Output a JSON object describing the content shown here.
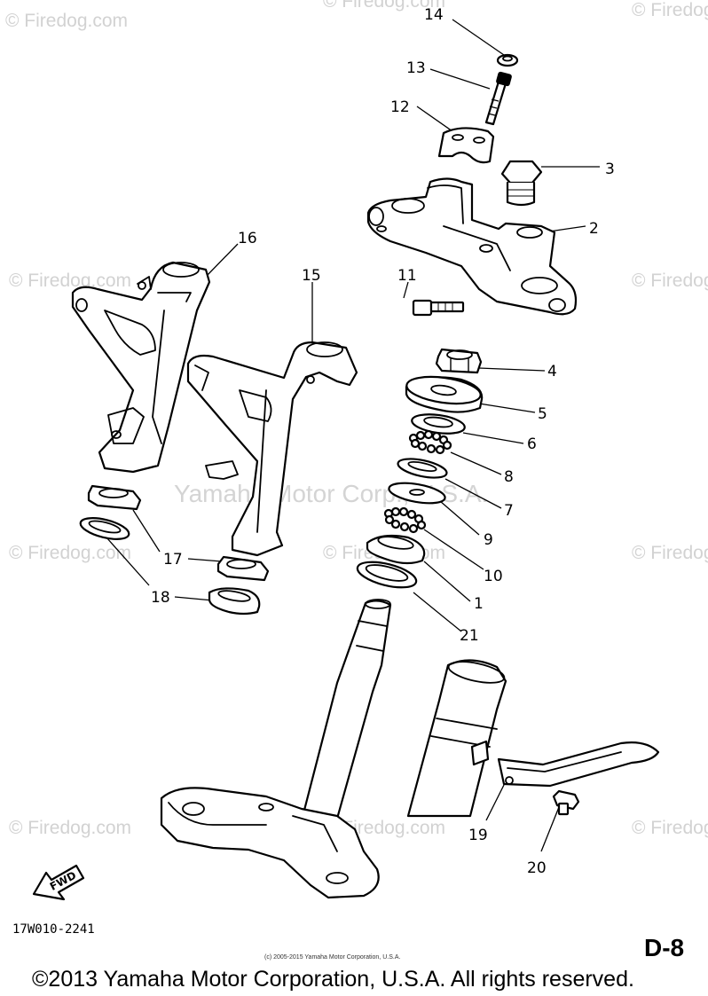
{
  "watermarks": {
    "brand": "© Firedog.com",
    "center_text": "Yamaha Motor Corp., U.S.A."
  },
  "callouts": [
    "14",
    "13",
    "12",
    "3",
    "2",
    "11",
    "16",
    "15",
    "4",
    "5",
    "6",
    "8",
    "7",
    "9",
    "10",
    "17",
    "1",
    "18",
    "21",
    "19",
    "20"
  ],
  "fwd_label": "FWD",
  "diagram_code": "17W010-2241",
  "small_copyright": "(c) 2005-2015 Yamaha Motor Corporation, U.S.A.",
  "page_code": "D-8",
  "footer_copyright": "©2013 Yamaha Motor Corporation, U.S.A. All rights reserved."
}
